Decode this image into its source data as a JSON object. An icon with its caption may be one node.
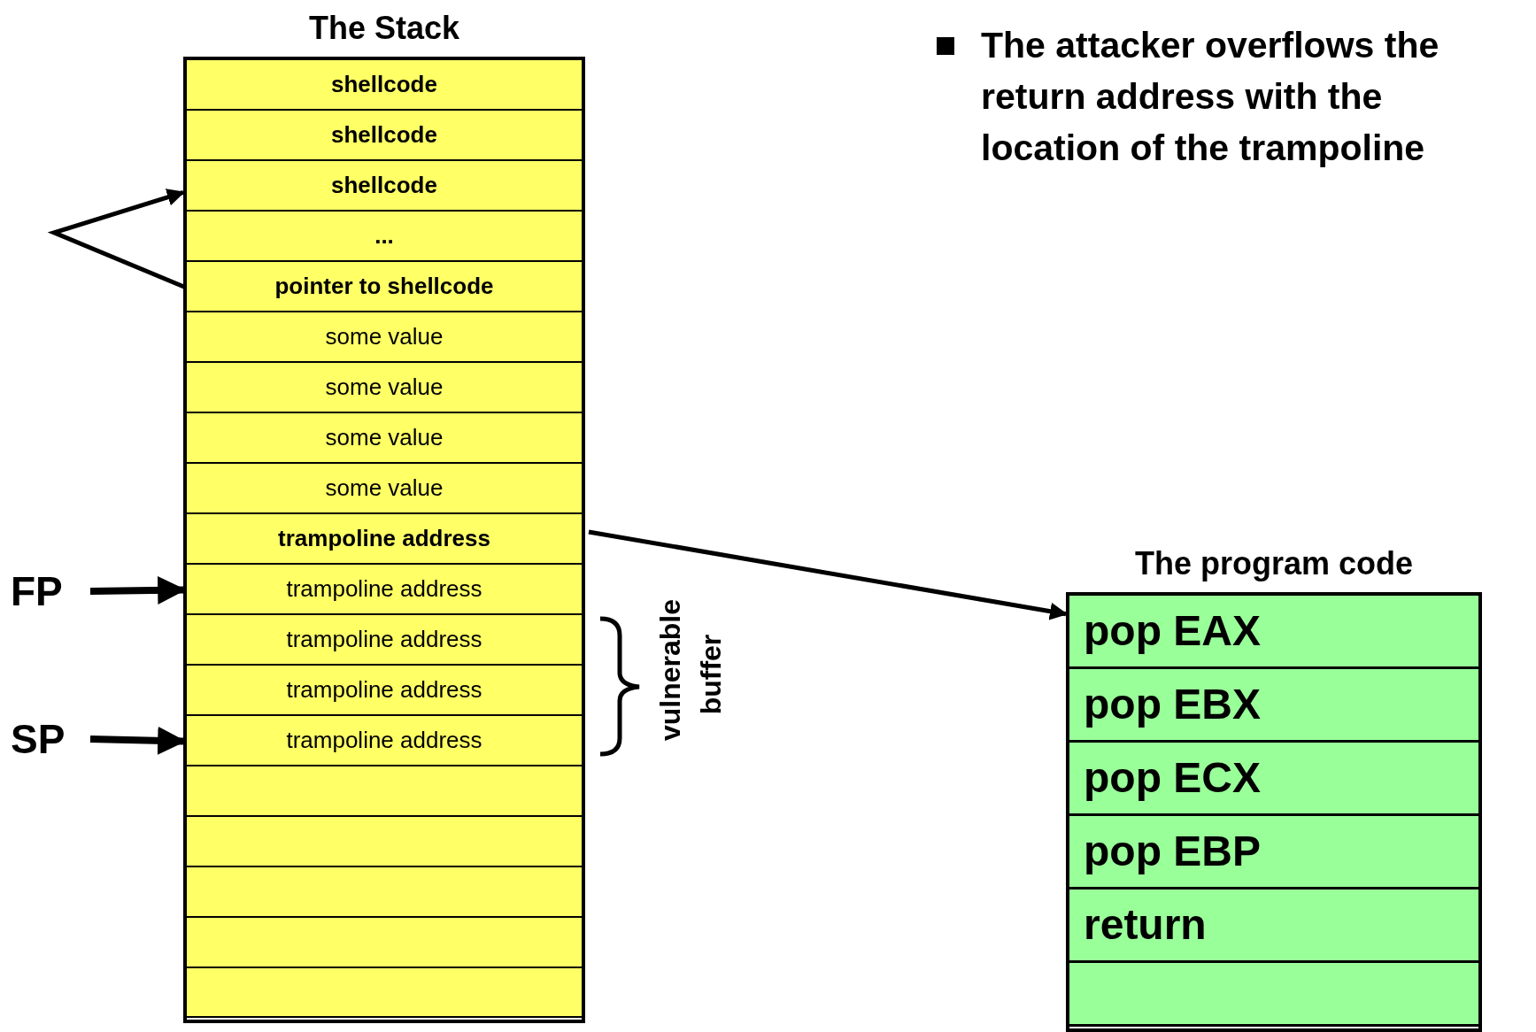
{
  "diagram": {
    "nodes": [
      {
        "text": [
          "The Stack"
        ]
      },
      {
        "text": [
          "shellcode"
        ],
        "in": 0
      },
      {
        "text": [
          "shellcode"
        ],
        "in": 0
      },
      {
        "text": [
          "shellcode"
        ],
        "in": 0
      },
      {
        "text": [
          "..."
        ],
        "in": 0
      },
      {
        "text": [
          "pointer to shellcode"
        ],
        "in": 0
      },
      {
        "text": [
          "some value"
        ],
        "in": 0
      },
      {
        "text": [
          "some value"
        ],
        "in": 0
      },
      {
        "text": [
          "some value"
        ],
        "in": 0
      },
      {
        "text": [
          "some value"
        ],
        "in": 0
      },
      {
        "text": [
          "trampoline address"
        ],
        "in": 0
      },
      {
        "text": [
          "trampoline address"
        ],
        "in": 0
      },
      {
        "text": [
          "trampoline address"
        ],
        "in": 0
      },
      {
        "text": [
          "trampoline address"
        ],
        "in": 0
      },
      {
        "text": [
          "trampoline address"
        ],
        "in": 0
      },
      {
        "text": [],
        "shape": "box",
        "in": 0
      },
      {
        "text": [],
        "shape": "box",
        "in": 0
      },
      {
        "text": [],
        "shape": "box",
        "in": 0
      },
      {
        "text": [],
        "shape": "box",
        "in": 0
      },
      {
        "text": [],
        "shape": "box",
        "in": 0
      },
      {
        "text": [
          "The program code"
        ]
      },
      {
        "text": [
          "pop EAX"
        ],
        "in": 20
      },
      {
        "text": [
          "pop EBX"
        ],
        "in": 20
      },
      {
        "text": [
          "pop ECX"
        ],
        "in": 20
      },
      {
        "text": [
          "pop EBP"
        ],
        "in": 20
      },
      {
        "text": [
          "return"
        ],
        "in": 20
      },
      {
        "text": [],
        "shape": "box",
        "in": 20
      },
      {
        "text": [
          "FP"
        ]
      },
      {
        "text": [
          "SP"
        ]
      }
    ],
    "edges": [
      {
        "from": 5,
        "to": 3,
        "arrow": "to"
      },
      {
        "from": 10,
        "to": 21,
        "arrow": "to"
      },
      {
        "from": 27,
        "to": 11,
        "arrow": "to"
      },
      {
        "from": 28,
        "to": 14,
        "arrow": "to"
      }
    ],
    "labels": [
      "The attacker overflows the return address with the location of the trampoline",
      "vulnerable buffer"
    ]
  }
}
